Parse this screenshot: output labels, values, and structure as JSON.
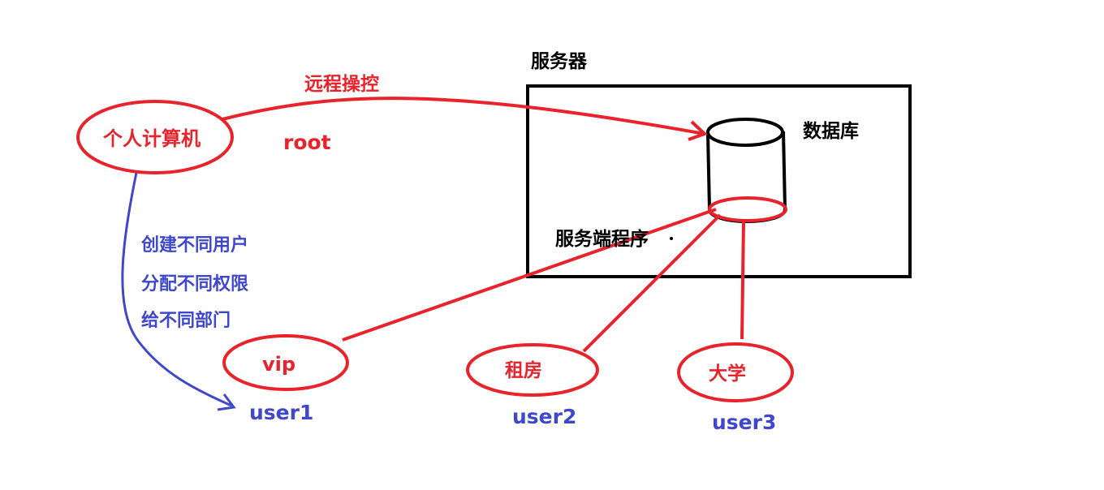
{
  "colors": {
    "red": "#e8232b",
    "blue": "#3f48cc",
    "black": "#000000"
  },
  "server": {
    "title": "服务器",
    "db_label": "数据库",
    "program_label": "服务端程序"
  },
  "pc": {
    "label": "个人计算机",
    "remote_label": "远程操控",
    "root_label": "root"
  },
  "create_notes": [
    "创建不同用户",
    "分配不同权限",
    "给不同部门"
  ],
  "clients": [
    {
      "label": "vip",
      "user": "user1"
    },
    {
      "label": "租房",
      "user": "user2"
    },
    {
      "label": "大学",
      "user": "user3"
    }
  ]
}
